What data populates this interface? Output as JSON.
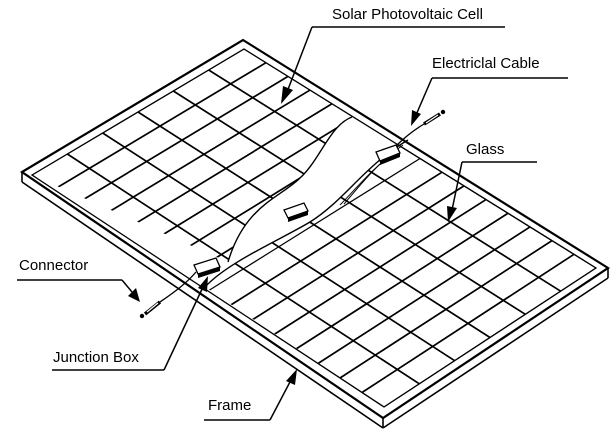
{
  "labels": {
    "cell": "Solar Photovoltaic Cell",
    "cable": "Electriclal Cable",
    "glass": "Glass",
    "connector": "Connector",
    "junction_box": "Junction Box",
    "frame": "Frame"
  },
  "colors": {
    "ink": "#000000",
    "background": "#ffffff"
  }
}
